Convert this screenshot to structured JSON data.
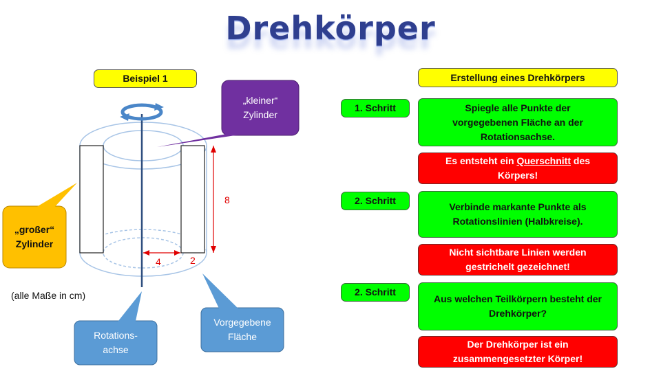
{
  "title": "Drehkörper",
  "left": {
    "example_label": "Beispiel 1",
    "callout_small_cylinder": "„kleiner“\nZylinder",
    "callout_big_cylinder": "„großer“\nZylinder",
    "callout_axis": "Rotations-\nachse",
    "callout_area": "Vorgegebene\nFläche",
    "units_note": "(alle Maße in cm)",
    "dim_height": "8",
    "dim_inner_radius": "4",
    "dim_width": "2"
  },
  "right": {
    "header": "Erstellung eines Drehkörpers",
    "steps": [
      {
        "label": "1. Schritt",
        "instruction": "Spiegle alle Punkte der vorgegebenen Fläche an der Rotationsachse."
      },
      {
        "label": "2. Schritt",
        "instruction": "Verbinde markante Punkte als Rotationslinien (Halbkreise)."
      },
      {
        "label": "2. Schritt",
        "instruction": "Aus welchen Teilkörpern besteht der Drehkörper?"
      }
    ],
    "result_1_pre": "Es entsteht ein ",
    "result_1_link": "Querschnitt",
    "result_1_post": " des Körpers!",
    "result_2": "Nicht sichtbare Linien werden gestrichelt gezeichnet!",
    "result_3": "Der Drehkörper ist ein zusammengesetzter Körper!"
  },
  "colors": {
    "yellow": "#ffff00",
    "green": "#00ff00",
    "red": "#ff0000",
    "purple": "#7030a0",
    "orange": "#ffc000",
    "blue": "#5b9bd5"
  }
}
